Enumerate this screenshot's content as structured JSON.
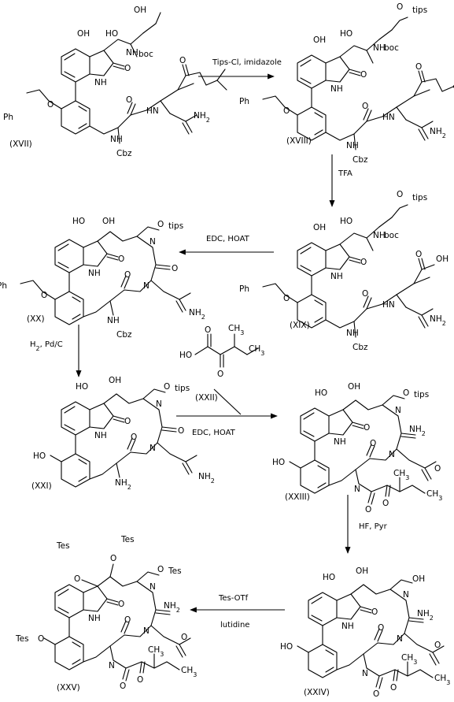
{
  "compounds": [
    {
      "id": "(XVII)"
    },
    {
      "id": "(XVIII)"
    },
    {
      "id": "(XIX)"
    },
    {
      "id": "(XX)"
    },
    {
      "id": "(XXI)"
    },
    {
      "id": "(XXII)"
    },
    {
      "id": "(XXIII)"
    },
    {
      "id": "(XXIV)"
    },
    {
      "id": "(XXV)"
    }
  ],
  "arrows": [
    {
      "reagent": "Tips-Cl, imidazole"
    },
    {
      "reagent": "TFA"
    },
    {
      "reagent": "EDC, HOAT"
    },
    {
      "reagent": "H2, Pd/C"
    },
    {
      "reagent": "EDC, HOAT"
    },
    {
      "reagent": "HF, Pyr"
    },
    {
      "reagent_top": "Tes-OTf",
      "reagent_bottom": "lutidine"
    }
  ],
  "labels": {
    "oh": "OH",
    "ho": "HO",
    "nh": "NH",
    "hn": "HN",
    "n": "N",
    "o": "O",
    "boc": "boc",
    "tips": "tips",
    "cbz": "Cbz",
    "tes": "Tes",
    "nh2": "NH2",
    "ph": "Ph",
    "ch3": "CH3"
  }
}
